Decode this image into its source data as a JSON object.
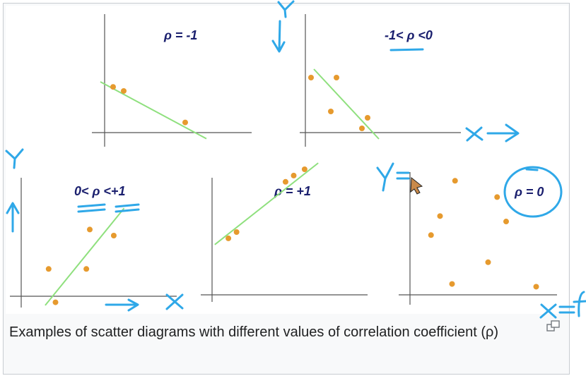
{
  "panels": [
    {
      "label": "ρ = -1",
      "points": [
        [
          0.2,
          0.9
        ],
        [
          0.45,
          0.82
        ],
        [
          1.9,
          0.2
        ]
      ],
      "fit_line": [
        [
          -0.1,
          1.0
        ],
        [
          2.4,
          -0.12
        ]
      ]
    },
    {
      "label": "-1< ρ <0",
      "points": [
        [
          0.1,
          1.3
        ],
        [
          0.55,
          1.3
        ],
        [
          0.45,
          0.5
        ],
        [
          1.1,
          0.35
        ],
        [
          1.0,
          0.1
        ]
      ],
      "fit_line": [
        [
          0.15,
          1.5
        ],
        [
          1.3,
          -0.15
        ]
      ]
    },
    {
      "label": "0< ρ <+1",
      "points": [
        [
          0.4,
          0.45
        ],
        [
          0.5,
          -0.1
        ],
        [
          1.0,
          1.1
        ],
        [
          0.95,
          0.45
        ],
        [
          1.35,
          1.0
        ]
      ],
      "fit_line": [
        [
          0.35,
          -0.15
        ],
        [
          1.5,
          1.45
        ]
      ]
    },
    {
      "label": "ρ = +1",
      "points": [
        [
          0.3,
          0.45
        ],
        [
          0.45,
          0.5
        ],
        [
          1.35,
          0.9
        ],
        [
          1.5,
          0.95
        ],
        [
          1.7,
          1.0
        ]
      ],
      "fit_line": [
        [
          0.05,
          0.4
        ],
        [
          1.95,
          1.05
        ]
      ]
    },
    {
      "label": "ρ = 0",
      "points": [
        [
          0.75,
          2.1
        ],
        [
          0.35,
          1.1
        ],
        [
          0.5,
          1.45
        ],
        [
          1.45,
          1.8
        ],
        [
          1.6,
          1.35
        ],
        [
          1.3,
          0.6
        ],
        [
          0.7,
          0.2
        ],
        [
          2.1,
          0.15
        ]
      ],
      "fit_line": null
    }
  ],
  "caption": "Examples of scatter diagrams with different values of correlation coefficient (ρ)",
  "handwritten": {
    "y_top": "Y",
    "x_arrow": "X",
    "y_left": "Y",
    "x_bottom": "X",
    "y_eq": "Y =",
    "x_eq": "X = f"
  },
  "colors": {
    "point": "#e69a2e",
    "line": "#8fe07e",
    "axis": "#555555",
    "ink": "#2fa8e8",
    "label": "#1a1f6e"
  },
  "icons": {
    "enlarge": "enlarge-icon"
  }
}
